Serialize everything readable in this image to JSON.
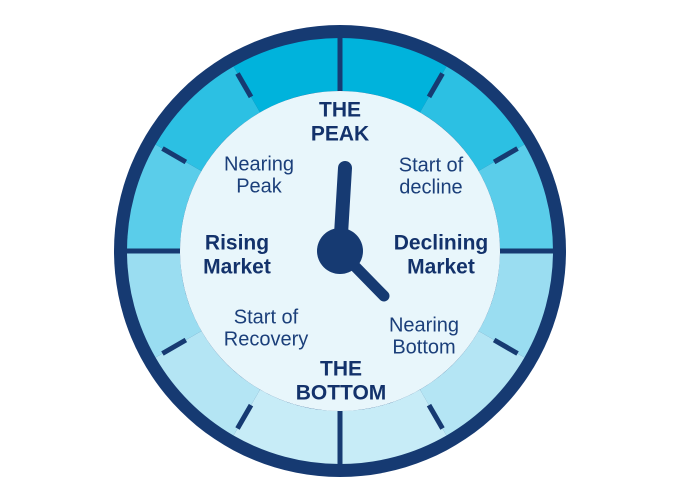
{
  "colors": {
    "outer_ring": "#163a72",
    "tick": "#163a72",
    "face": "#e8f6fb",
    "hands": "#163a72",
    "text": "#1b3f7a",
    "segment_shades": [
      "#00b3dc",
      "#2cc0e3",
      "#5acdea",
      "#7ed6ee",
      "#9addf1",
      "#b4e5f4",
      "#c7ecf7"
    ]
  },
  "labels": {
    "peak": [
      "THE",
      "PEAK"
    ],
    "start_decline": [
      "Start of",
      "decline"
    ],
    "declining": [
      "Declining",
      "Market"
    ],
    "nearing_bottom": [
      "Nearing",
      "Bottom"
    ],
    "bottom": [
      "THE",
      "BOTTOM"
    ],
    "start_recovery": [
      "Start of",
      "Recovery"
    ],
    "rising": [
      "Rising",
      "Market"
    ],
    "nearing_peak": [
      "Nearing",
      "Peak"
    ]
  },
  "icons": {
    "clock": "clock-face-icon",
    "hour_hand": "hour-hand-icon",
    "minute_hand": "minute-hand-icon",
    "hub": "clock-hub-icon"
  }
}
